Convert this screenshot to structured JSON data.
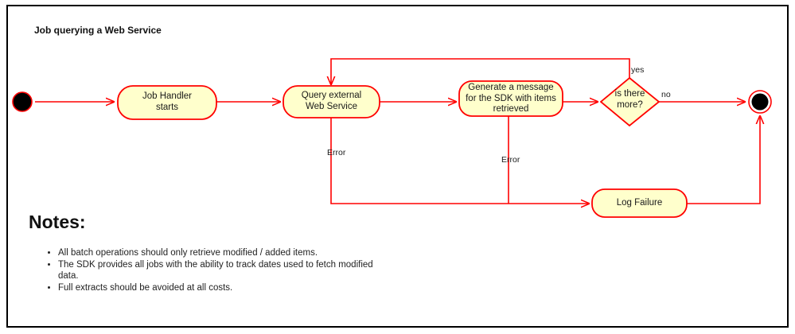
{
  "diagram": {
    "title": "Job querying a Web Service",
    "type": "uml-activity-diagram",
    "colors": {
      "node_fill": "#FFFFCC",
      "node_stroke": "#FF0000",
      "edge_stroke": "#FF0000",
      "text": "#1a1a1a",
      "frame_border": "#000000",
      "background": "#FFFFFF"
    },
    "nodes": [
      {
        "id": "start",
        "kind": "initial-node",
        "label": ""
      },
      {
        "id": "job-handler-starts",
        "kind": "action",
        "label": "Job Handler\nstarts"
      },
      {
        "id": "query-external-web-service",
        "kind": "action",
        "label": "Query external\nWeb Service"
      },
      {
        "id": "generate-message",
        "kind": "action",
        "label": "Generate a message\nfor the SDK with items\nretrieved"
      },
      {
        "id": "is-there-more",
        "kind": "decision",
        "label": "is there\nmore?"
      },
      {
        "id": "log-failure",
        "kind": "action",
        "label": "Log Failure"
      },
      {
        "id": "end",
        "kind": "final-node",
        "label": ""
      }
    ],
    "edges": [
      {
        "id": "start-to-job-handler",
        "from": "start",
        "to": "job-handler-starts",
        "label": ""
      },
      {
        "id": "job-handler-to-query",
        "from": "job-handler-starts",
        "to": "query-external-web-service",
        "label": ""
      },
      {
        "id": "query-to-generate",
        "from": "query-external-web-service",
        "to": "generate-message",
        "label": ""
      },
      {
        "id": "generate-to-decision",
        "from": "generate-message",
        "to": "is-there-more",
        "label": ""
      },
      {
        "id": "decision-yes-loop",
        "from": "is-there-more",
        "to": "query-external-web-service",
        "label": "yes"
      },
      {
        "id": "decision-no-to-end",
        "from": "is-there-more",
        "to": "end",
        "label": "no"
      },
      {
        "id": "query-error-to-log-failure",
        "from": "query-external-web-service",
        "to": "log-failure",
        "label": "Error"
      },
      {
        "id": "generate-error-to-log-failure",
        "from": "generate-message",
        "to": "log-failure",
        "label": "Error"
      },
      {
        "id": "log-failure-to-end",
        "from": "log-failure",
        "to": "end",
        "label": ""
      }
    ]
  },
  "notes": {
    "heading": "Notes:",
    "items": [
      "All batch operations should only retrieve modified / added items.",
      "The SDK provides all jobs with the ability to track dates used to fetch modified data.",
      "Full extracts should be avoided at all costs."
    ]
  }
}
